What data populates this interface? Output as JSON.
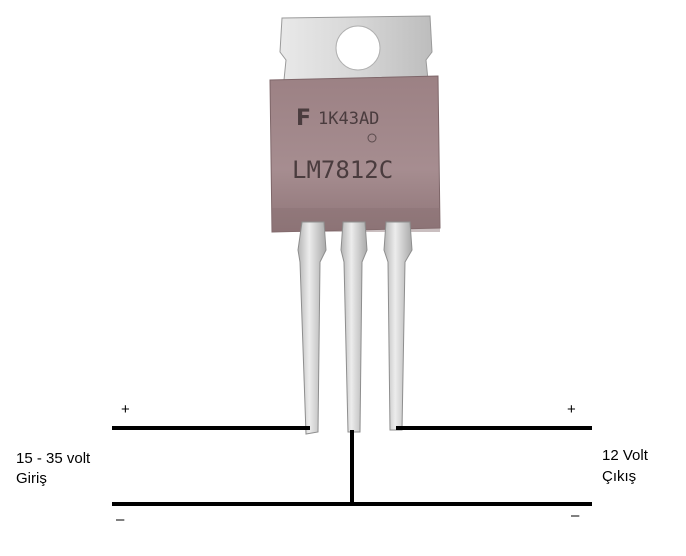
{
  "component": {
    "logo_text": "F",
    "code": "1K43AD",
    "part": "LM7812C"
  },
  "input": {
    "plus": "+",
    "minus": "–",
    "voltage": "15 - 35 volt",
    "label": "Giriş"
  },
  "output": {
    "plus": "+",
    "minus": "–",
    "voltage": "12 Volt",
    "label": "Çıkış"
  },
  "colors": {
    "tab": "#d2d2d2",
    "body": "#a0878a",
    "body_dark": "#8a7174",
    "pins": "#cfcfcf",
    "wire": "#000000",
    "marking": "#4a3c3e"
  }
}
